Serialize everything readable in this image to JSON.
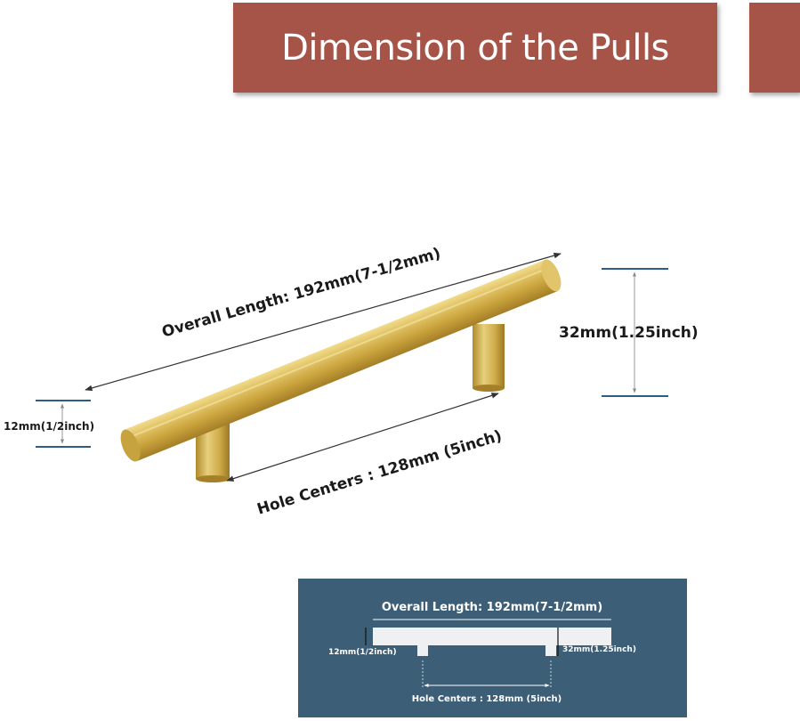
{
  "banner": {
    "title": "Dimension of the Pulls"
  },
  "colors": {
    "banner": "#a65448",
    "brass": "#d6b44a",
    "inset_bg": "#3d5e77",
    "dim_line": "#2d5d80"
  },
  "dimensions": {
    "overall_length": "Overall Length: 192mm(7-1/2mm)",
    "height": "32mm(1.25inch)",
    "diameter": "12mm(1/2inch)",
    "hole_centers": "Hole Centers : 128mm (5inch)"
  },
  "inset": {
    "overall_length": "Overall Length: 192mm(7-1/2mm)",
    "diameter": "12mm(1/2inch)",
    "height": "32mm(1.25inch)",
    "hole_centers": "Hole Centers : 128mm (5inch)"
  }
}
